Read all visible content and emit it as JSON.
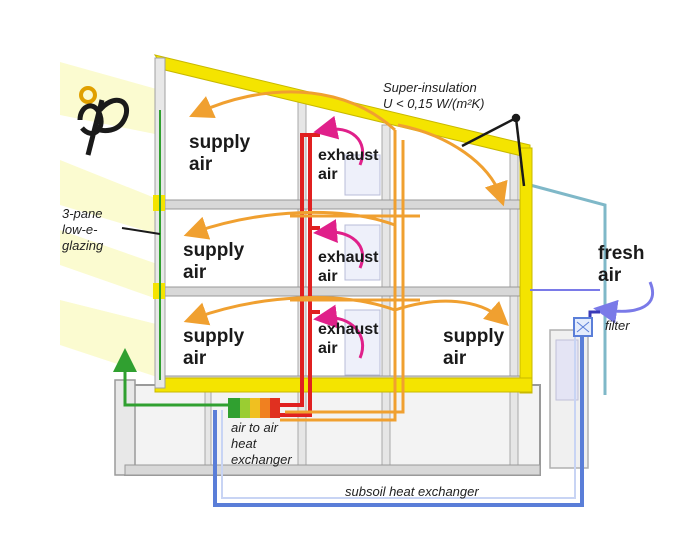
{
  "labels": {
    "super_insulation_1": "Super-insulation",
    "super_insulation_2": "U < 0,15 W/(m²K)",
    "glazing_1": "3-pane",
    "glazing_2": "low-e-",
    "glazing_3": "glazing",
    "supply_1": "supply",
    "supply_2": "air",
    "exhaust_1": "exhaust",
    "exhaust_2": "air",
    "fresh_1": "fresh",
    "fresh_2": "air",
    "filter": "filter",
    "hx_1": "air to air",
    "hx_2": "heat",
    "hx_3": "exchanger",
    "subsoil": "subsoil heat exchanger"
  },
  "colors": {
    "insulation": "#f4e400",
    "insulation_edge": "#c8b800",
    "supply_arrow": "#f0a030",
    "exhaust_arrow": "#e0208a",
    "exhaust_duct": "#e02020",
    "subsoil_pipe": "#5a7ed8",
    "fresh_arrow": "#7a7ae8",
    "outlet_arrow": "#30a030",
    "sun": "#fbfbd0"
  },
  "icons": [
    "passive-house-logo-icon",
    "filter-icon"
  ]
}
